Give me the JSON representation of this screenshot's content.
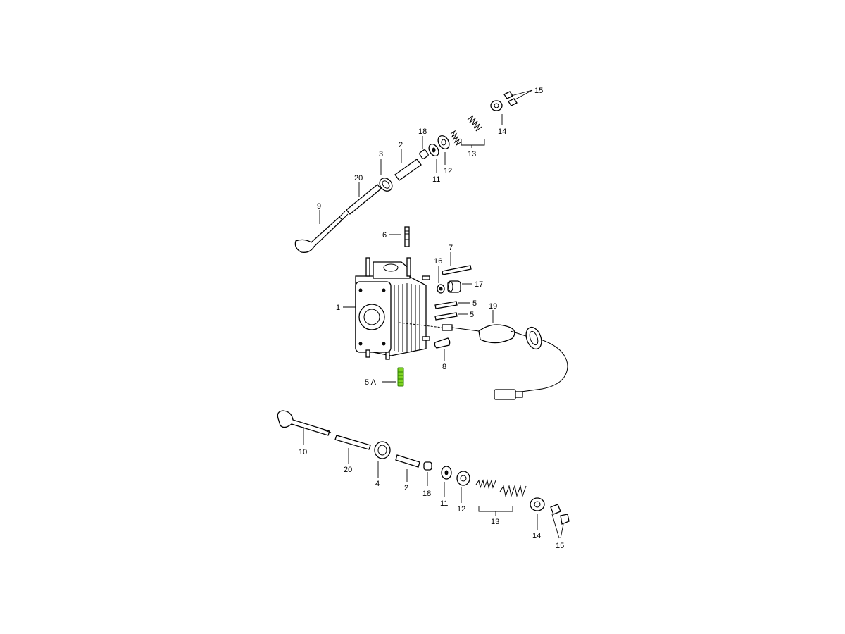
{
  "callouts": {
    "c1": "1",
    "c2_top": "2",
    "c2_bot": "2",
    "c3": "3",
    "c4": "4",
    "c5a": "5",
    "c5b": "5",
    "c5A": "5 A",
    "c6": "6",
    "c7": "7",
    "c8": "8",
    "c9": "9",
    "c10": "10",
    "c11_top": "11",
    "c11_bot": "11",
    "c12_top": "12",
    "c12_bot": "12",
    "c13_top": "13",
    "c13_bot": "13",
    "c14_top": "14",
    "c14_bot": "14",
    "c15_top": "15",
    "c15_bot": "15",
    "c16": "16",
    "c17": "17",
    "c18_top": "18",
    "c18_bot": "18",
    "c19": "19",
    "c20_top": "20",
    "c20_bot": "20"
  },
  "highlight_color": "#7ed321"
}
